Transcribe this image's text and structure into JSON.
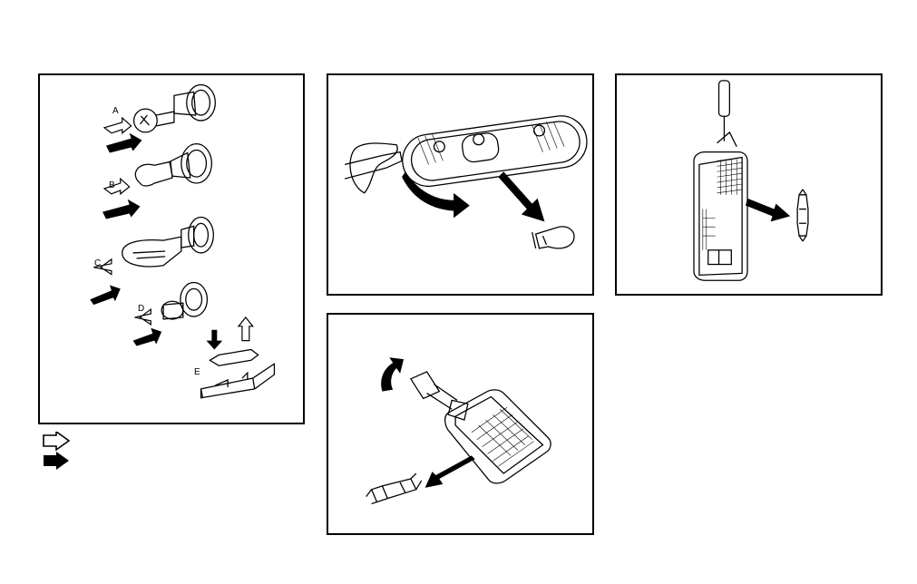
{
  "bulb_panel": {
    "labels": [
      "A",
      "B",
      "C",
      "D",
      "E"
    ]
  },
  "icons": {
    "bulbs": "bulb-removal-diagram-icon",
    "map_light": "map-light-removal-icon",
    "vanity_light": "vanity-light-removal-icon",
    "dome_light": "dome-light-removal-icon",
    "legend_outline_arrow": "outline-arrow-icon",
    "legend_solid_arrow": "solid-arrow-icon"
  }
}
